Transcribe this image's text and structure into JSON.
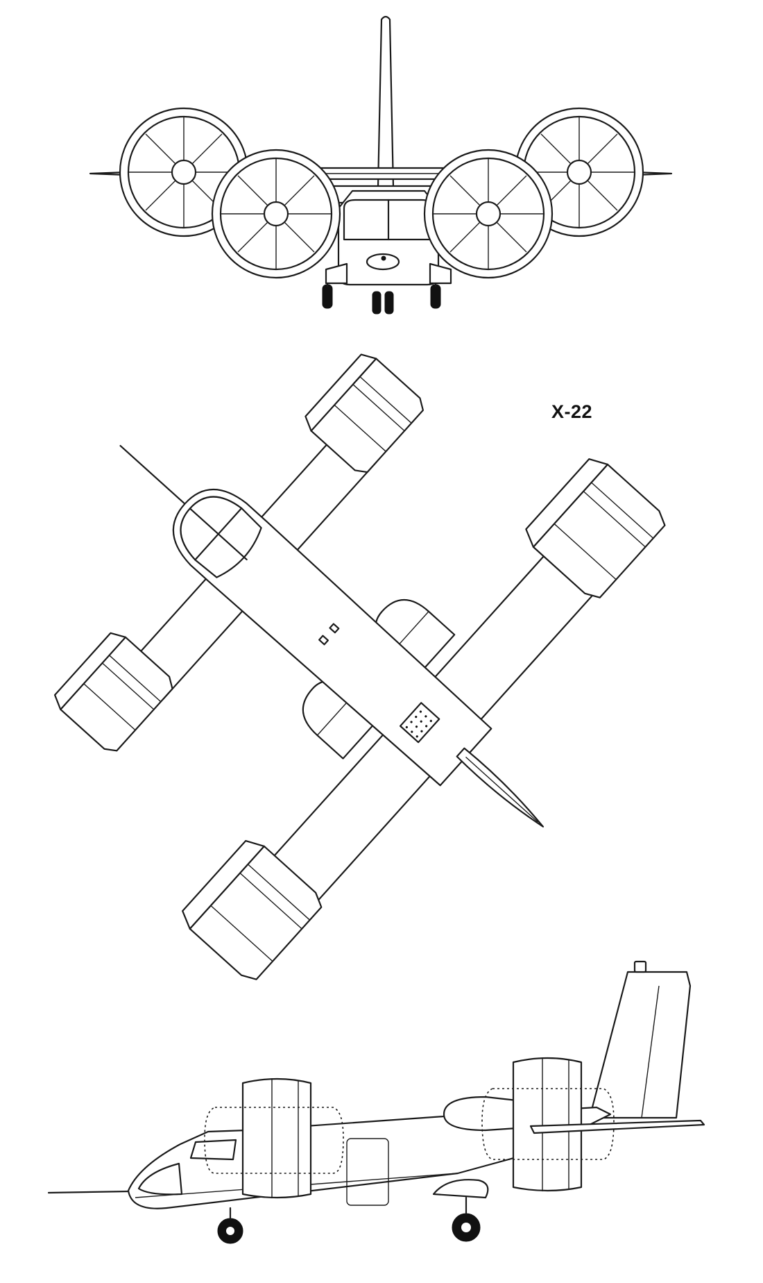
{
  "designation": "X-22",
  "views": [
    "front-view",
    "top-view",
    "side-view"
  ],
  "colors": {
    "line": "#1a1a1a",
    "background": "#ffffff"
  }
}
